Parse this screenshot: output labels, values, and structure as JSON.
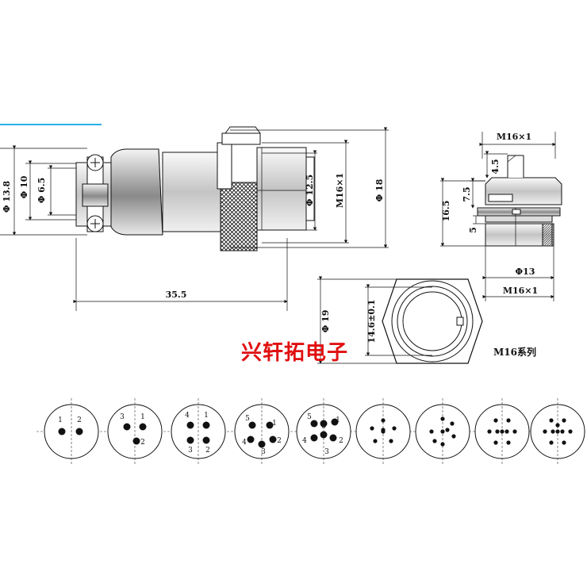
{
  "brand": {
    "text": "兴轩拓电子",
    "color": "#e01010"
  },
  "accent_line_color": "#2ab0ea",
  "side_view": {
    "dims": {
      "d13_8": "Φ 13.8",
      "d10": "Φ 10",
      "d6_5": "Φ 6.5",
      "d12_5": "Φ 12.5",
      "m16": "M16×1",
      "d18": "Φ 18",
      "len": "35.5"
    }
  },
  "socket_side": {
    "dims": {
      "m16_top": "M16×1",
      "d4_5": "4.5",
      "d7_5": "7.5",
      "d16_5": "16.5",
      "d5": "5",
      "d13": "Φ13",
      "m16_bottom": "M16×1"
    }
  },
  "socket_front": {
    "dims": {
      "d19": "Φ 19",
      "d14_6": "14.6±0.1"
    },
    "series_label": "M16系列"
  },
  "pin_layouts": [
    {
      "pins": 2,
      "labels": [
        "1",
        "2"
      ]
    },
    {
      "pins": 3,
      "labels": [
        "3",
        "1",
        "2"
      ]
    },
    {
      "pins": 4,
      "labels": [
        "4",
        "1",
        "3",
        "2"
      ]
    },
    {
      "pins": 5,
      "labels": [
        "5",
        "1",
        "4",
        "3",
        "2"
      ]
    },
    {
      "pins": 6,
      "labels": [
        "5",
        "6",
        "1",
        "4",
        "3",
        "2"
      ]
    },
    {
      "pins": 7,
      "labels": []
    },
    {
      "pins": 8,
      "labels": []
    },
    {
      "pins": 9,
      "labels": []
    },
    {
      "pins": 10,
      "labels": []
    }
  ]
}
